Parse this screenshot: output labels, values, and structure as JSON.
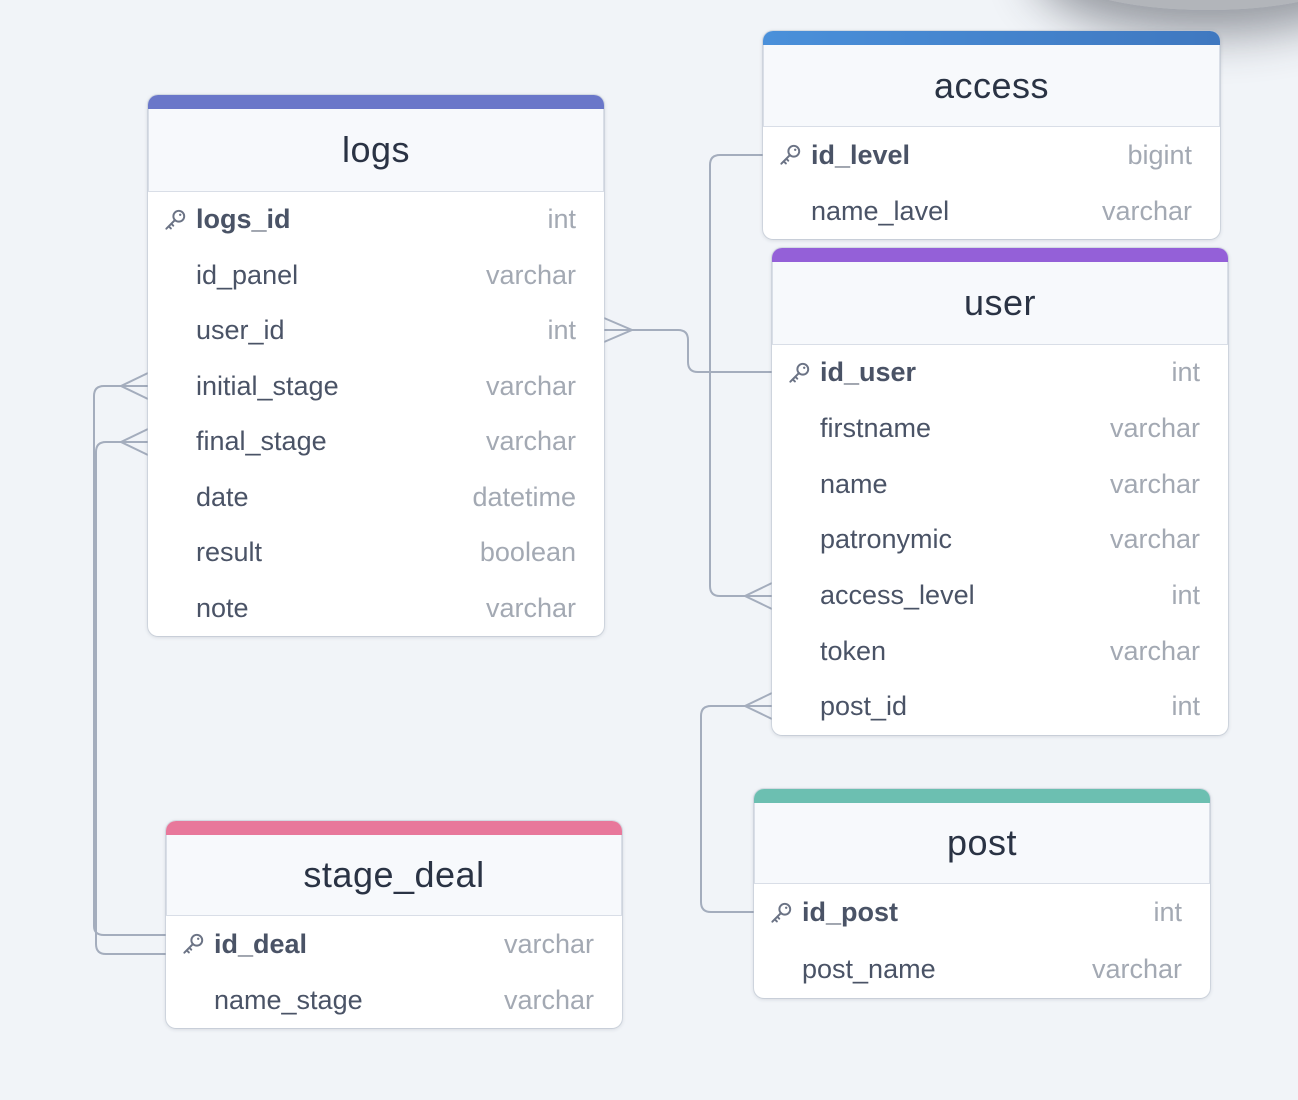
{
  "colors": {
    "background": "#f1f4f8",
    "connector": "#a4adbd",
    "logs_accent": "#6a77c9",
    "access_accent": "#4a88d0",
    "user_accent": "#9460d8",
    "stage_deal_accent": "#e8789b",
    "post_accent": "#6cbfb1"
  },
  "tables": {
    "logs": {
      "name": "logs",
      "fields": [
        {
          "name": "logs_id",
          "type": "int",
          "pk": true
        },
        {
          "name": "id_panel",
          "type": "varchar"
        },
        {
          "name": "user_id",
          "type": "int"
        },
        {
          "name": "initial_stage",
          "type": "varchar"
        },
        {
          "name": "final_stage",
          "type": "varchar"
        },
        {
          "name": "date",
          "type": "datetime"
        },
        {
          "name": "result",
          "type": "boolean"
        },
        {
          "name": "note",
          "type": "varchar"
        }
      ]
    },
    "access": {
      "name": "access",
      "fields": [
        {
          "name": "id_level",
          "type": "bigint",
          "pk": true
        },
        {
          "name": "name_lavel",
          "type": "varchar"
        }
      ]
    },
    "user": {
      "name": "user",
      "fields": [
        {
          "name": "id_user",
          "type": "int",
          "pk": true
        },
        {
          "name": "firstname",
          "type": "varchar"
        },
        {
          "name": "name",
          "type": "varchar"
        },
        {
          "name": "patronymic",
          "type": "varchar"
        },
        {
          "name": "access_level",
          "type": "int"
        },
        {
          "name": "token",
          "type": "varchar"
        },
        {
          "name": "post_id",
          "type": "int"
        }
      ]
    },
    "stage_deal": {
      "name": "stage_deal",
      "fields": [
        {
          "name": "id_deal",
          "type": "varchar",
          "pk": true
        },
        {
          "name": "name_stage",
          "type": "varchar"
        }
      ]
    },
    "post": {
      "name": "post",
      "fields": [
        {
          "name": "id_post",
          "type": "int",
          "pk": true
        },
        {
          "name": "post_name",
          "type": "varchar"
        }
      ]
    }
  },
  "relations": [
    {
      "from": "logs.user_id",
      "to": "user.id_user",
      "cardinality": "many-to-one"
    },
    {
      "from": "user.access_level",
      "to": "access.id_level",
      "cardinality": "many-to-one"
    },
    {
      "from": "user.post_id",
      "to": "post.id_post",
      "cardinality": "many-to-one"
    },
    {
      "from": "logs.initial_stage",
      "to": "stage_deal.id_deal",
      "cardinality": "many-to-one"
    },
    {
      "from": "logs.final_stage",
      "to": "stage_deal.id_deal",
      "cardinality": "many-to-one"
    }
  ]
}
